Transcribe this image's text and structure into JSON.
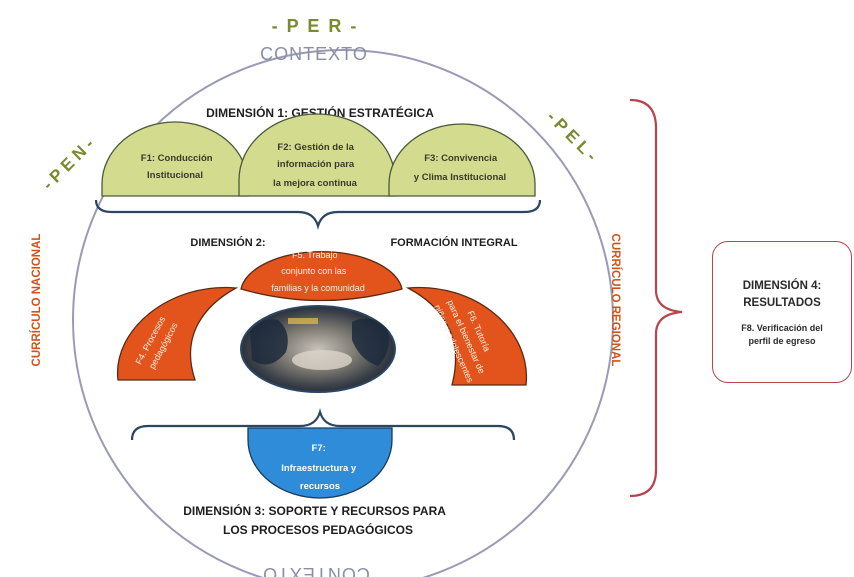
{
  "labels": {
    "per": "- P E R -",
    "contexto_top": "CONTEXTO",
    "contexto_bottom": "CONTEXTO",
    "pen": "- P E N -",
    "pel": "- P E L -",
    "curriculo_nacional": "CURRÍCULO NACIONAL",
    "curriculo_regional": "CURRÍCULO REGIONAL"
  },
  "dimension1": {
    "title": "DIMENSIÓN 1: GESTIÓN ESTRATÉGICA",
    "f1": [
      "F1: Conducción",
      "Institucional"
    ],
    "f2": [
      "F2: Gestión de la",
      "información para",
      "la mejora continua"
    ],
    "f3": [
      "F3: Convivencia",
      "y Clima Institucional"
    ]
  },
  "dimension2": {
    "title_left": "DIMENSIÓN 2:",
    "title_right": "FORMACIÓN INTEGRAL",
    "f4": [
      "F4. Procesos",
      "pedagógicos"
    ],
    "f5": [
      "F5. Trabajo",
      "conjunto con las",
      "familias y la comunidad"
    ],
    "f6": [
      "F6. Tutoría",
      "para el bienestar de",
      "niños y adolescentes"
    ]
  },
  "dimension3": {
    "f7": [
      "F7:",
      "Infraestructura y",
      "recursos"
    ],
    "title": [
      "DIMENSIÓN 3: SOPORTE Y RECURSOS PARA",
      "LOS PROCESOS PEDAGÓGICOS"
    ]
  },
  "dimension4": {
    "title": [
      "DIMENSIÓN 4:",
      "RESULTADOS"
    ],
    "f8": [
      "F8. Verificación del",
      "perfil de egreso"
    ]
  },
  "colors": {
    "green_fill": "#d3dc8e",
    "orange_fill": "#e2541b",
    "blue_fill": "#2e8cd9",
    "brace": "#2a4663",
    "circle": "#9a9ab8",
    "red_brace": "#b8454e",
    "pen_pel": "#7a8a2e",
    "curriculo": "#d2521a"
  }
}
